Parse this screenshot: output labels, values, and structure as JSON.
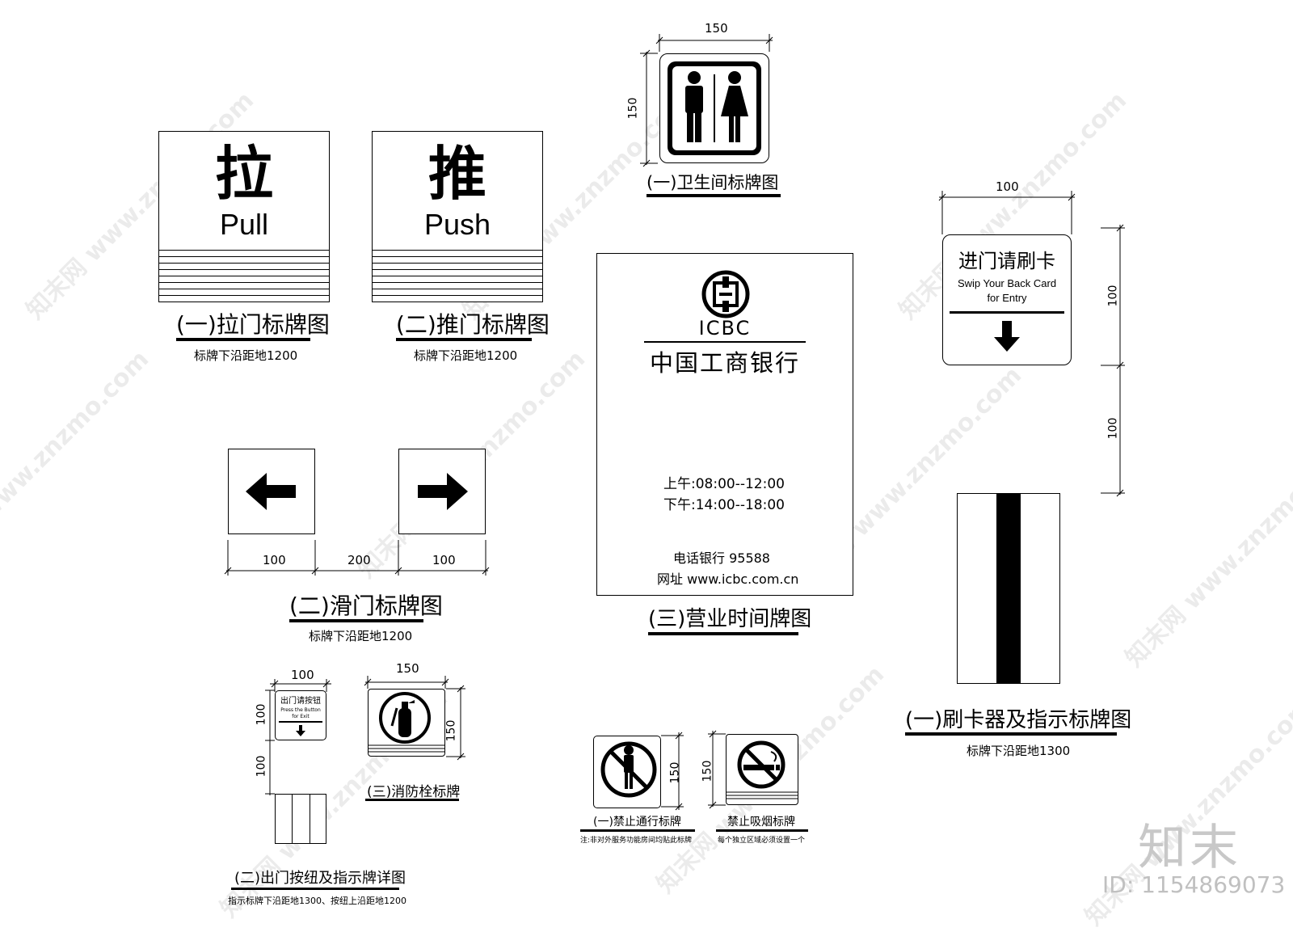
{
  "pull_sign": {
    "char": "拉",
    "word": "Pull",
    "caption": "(一)拉门标牌图",
    "note": "标牌下沿距地1200"
  },
  "push_sign": {
    "char": "推",
    "word": "Push",
    "caption": "(二)推门标牌图",
    "note": "标牌下沿距地1200"
  },
  "toilet_sign": {
    "dim_w": "150",
    "dim_h": "150",
    "caption": "(一)卫生间标牌图"
  },
  "sliding_sign": {
    "dims": [
      "100",
      "200",
      "100"
    ],
    "caption": "(二)滑门标牌图",
    "note": "标牌下沿距地1200"
  },
  "hours_sign": {
    "brand": "ICBC",
    "bank_name": "中国工商银行",
    "morning": "上午:08:00--12:00",
    "afternoon": "下午:14:00--18:00",
    "phone": "电话银行 95588",
    "website": "网址 www.icbc.com.cn",
    "caption": "(三)营业时间牌图"
  },
  "card_sign": {
    "dim_w": "100",
    "dim_h1": "100",
    "dim_h2": "100",
    "title_cn": "进门请刷卡",
    "title_en_1": "Swip Your Back Card",
    "title_en_2": "for Entry",
    "caption": "(一)刷卡器及指示标牌图",
    "note": "标牌下沿距地1300"
  },
  "exit_button": {
    "dim_w": "100",
    "dim_h1": "100",
    "dim_h2": "100",
    "title_cn": "出门请按钮",
    "title_en_1": "Press the Button",
    "title_en_2": "for Exit",
    "caption": "(二)出门按纽及指示牌详图",
    "note": "指示标牌下沿距地1300、按纽上沿距地1200"
  },
  "hydrant_sign": {
    "dim_w": "150",
    "dim_h": "150",
    "caption": "(三)消防栓标牌"
  },
  "no_pass_sign": {
    "dim_h": "150",
    "caption": "(一)禁止通行标牌",
    "note": "注:非对外服务功能房间均贴此标牌"
  },
  "no_smoking_sign": {
    "dim_h": "150",
    "caption": "禁止吸烟标牌",
    "note": "每个独立区域必须设置一个"
  },
  "watermark": {
    "brand": "知末",
    "id": "ID: 1154869073",
    "site": "知末网 www.znzmo.com"
  }
}
